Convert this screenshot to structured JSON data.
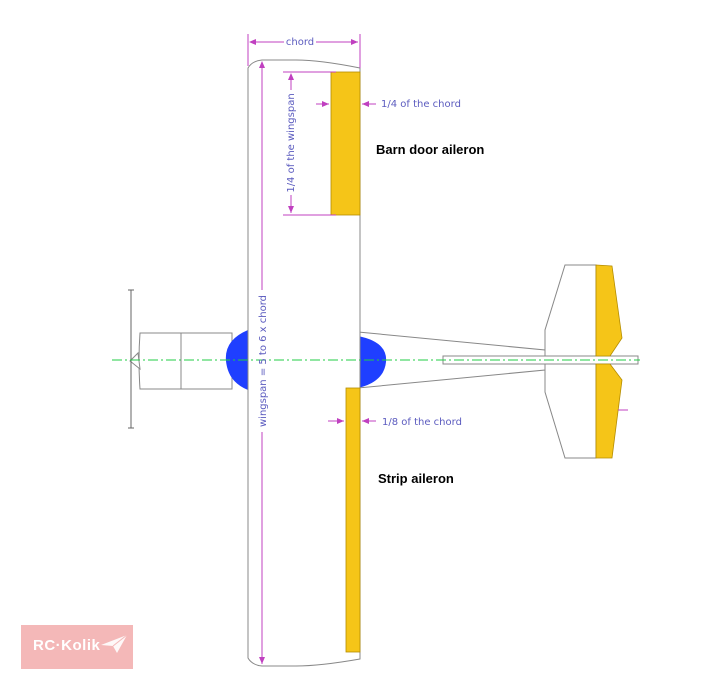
{
  "labels": {
    "chord": "chord",
    "quarter_wingspan": "1/4 of the wingspan",
    "quarter_chord": "1/4 of the chord",
    "barn_door": "Barn door aileron",
    "wingspan": "wingspan = 5 to 6 x chord",
    "eighth_chord": "1/8 of the chord",
    "strip": "Strip aileron"
  },
  "logo": {
    "text": "RC·Kolik"
  },
  "colors": {
    "aileron": "#f5c518",
    "cowl_blue": "#1f3fff",
    "dimension": "#c040c0",
    "centerline": "#22cc44",
    "outline": "#777777"
  }
}
